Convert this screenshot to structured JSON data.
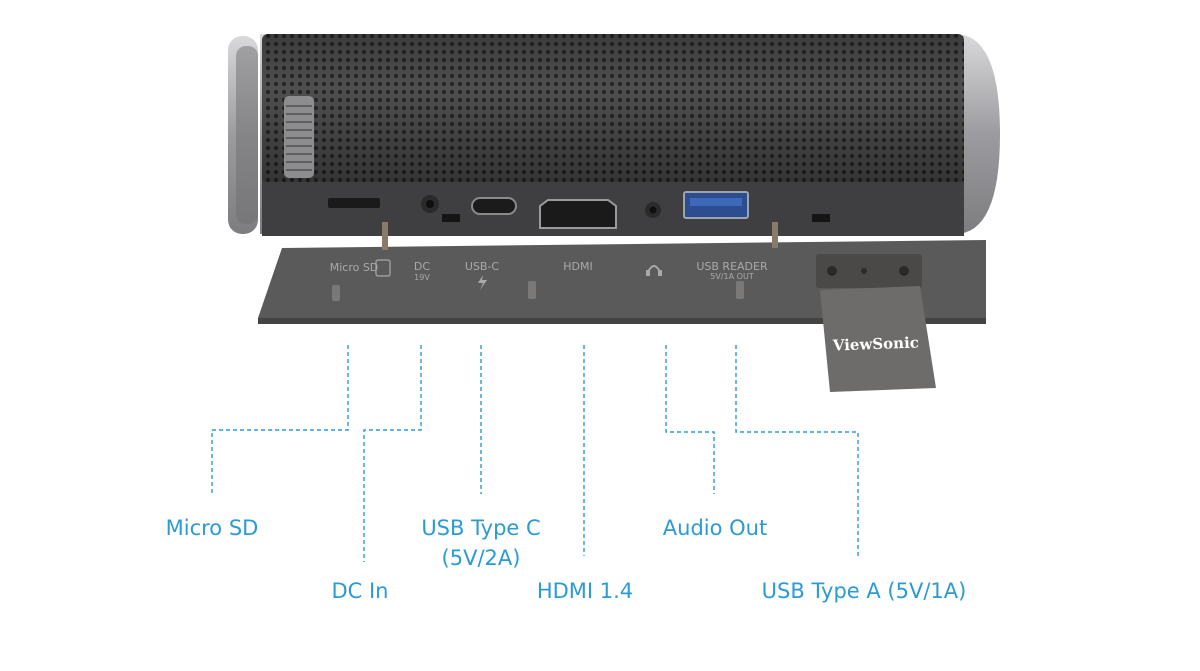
{
  "colors": {
    "accent": "#2b9bd6",
    "body": "#4c4c4c",
    "cap": "#a8a8ab",
    "panel": "#5b5a5a",
    "tag": "#6e6c6b"
  },
  "device": {
    "brand": "ViewSonic"
  },
  "port_labels": {
    "micro_sd": "Micro SD",
    "dc": "DC",
    "dc_voltage": "19V",
    "usb_c": "USB-C",
    "hdmi": "HDMI",
    "usb_reader": "USB READER",
    "usb_reader_sub": "5V/1A OUT"
  },
  "callouts": {
    "micro_sd": "Micro SD",
    "dc_in": "DC In",
    "usb_type_c_line1": "USB Type C",
    "usb_type_c_line2": "(5V/2A)",
    "hdmi": "HDMI 1.4",
    "audio_out": "Audio Out",
    "usb_type_a": "USB Type A (5V/1A)"
  }
}
